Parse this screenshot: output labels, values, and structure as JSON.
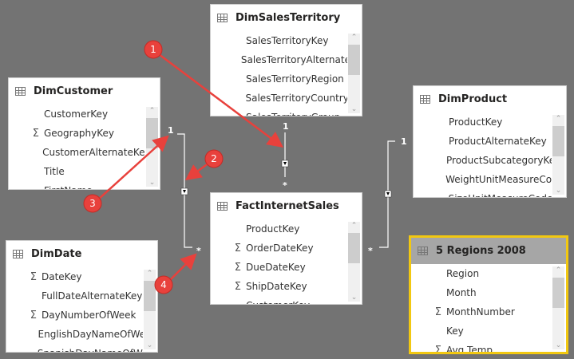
{
  "tables": [
    {
      "name": "DimSalesTerritory",
      "fields": [
        {
          "n": "SalesTerritoryKey",
          "s": ""
        },
        {
          "n": "SalesTerritoryAlternateKey",
          "s": ""
        },
        {
          "n": "SalesTerritoryRegion",
          "s": ""
        },
        {
          "n": "SalesTerritoryCountry",
          "s": ""
        },
        {
          "n": "SalesTerritoryGroup",
          "s": ""
        }
      ]
    },
    {
      "name": "DimCustomer",
      "fields": [
        {
          "n": "CustomerKey",
          "s": ""
        },
        {
          "n": "GeographyKey",
          "s": "Σ"
        },
        {
          "n": "CustomerAlternateKey",
          "s": ""
        },
        {
          "n": "Title",
          "s": ""
        },
        {
          "n": "FirstName",
          "s": ""
        }
      ]
    },
    {
      "name": "DimProduct",
      "fields": [
        {
          "n": "ProductKey",
          "s": ""
        },
        {
          "n": "ProductAlternateKey",
          "s": ""
        },
        {
          "n": "ProductSubcategoryKey",
          "s": ""
        },
        {
          "n": "WeightUnitMeasureCode",
          "s": ""
        },
        {
          "n": "SizeUnitMeasureCode",
          "s": ""
        }
      ]
    },
    {
      "name": "FactInternetSales",
      "fields": [
        {
          "n": "ProductKey",
          "s": ""
        },
        {
          "n": "OrderDateKey",
          "s": "Σ"
        },
        {
          "n": "DueDateKey",
          "s": "Σ"
        },
        {
          "n": "ShipDateKey",
          "s": "Σ"
        },
        {
          "n": "CustomerKey",
          "s": ""
        }
      ]
    },
    {
      "name": "DimDate",
      "fields": [
        {
          "n": "DateKey",
          "s": "Σ"
        },
        {
          "n": "FullDateAlternateKey",
          "s": ""
        },
        {
          "n": "DayNumberOfWeek",
          "s": "Σ"
        },
        {
          "n": "EnglishDayNameOfWeek",
          "s": ""
        },
        {
          "n": "SpanishDayNameOfWeek",
          "s": ""
        }
      ]
    },
    {
      "name": "5 Regions 2008",
      "fields": [
        {
          "n": "Region",
          "s": ""
        },
        {
          "n": "Month",
          "s": ""
        },
        {
          "n": "MonthNumber",
          "s": "Σ"
        },
        {
          "n": "Key",
          "s": ""
        },
        {
          "n": "Avg Temp",
          "s": "Σ"
        }
      ]
    }
  ],
  "cardinality": {
    "one": "1",
    "many": "*"
  },
  "callouts": [
    "1",
    "2",
    "3",
    "4"
  ],
  "colors": {
    "callout": "#e8413c",
    "selected_border": "#f2c811",
    "canvas": "#737373"
  }
}
